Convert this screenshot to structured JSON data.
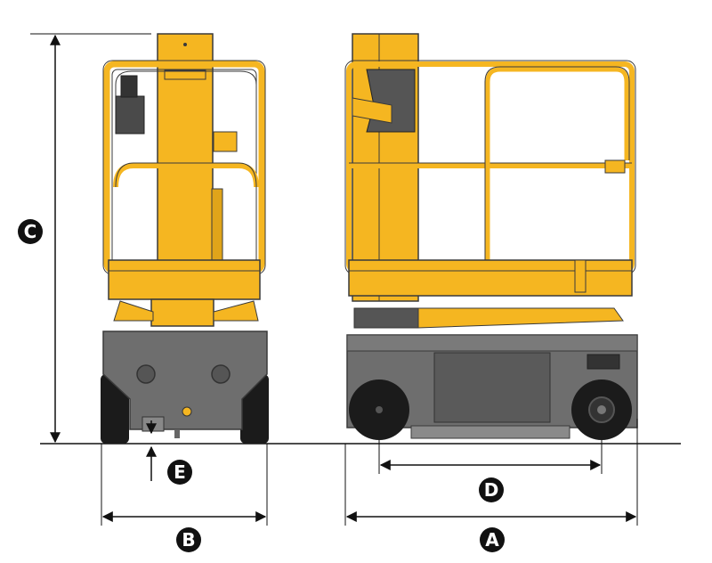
{
  "colors": {
    "yellow": "#f5b621",
    "yellow_dark": "#c88f10",
    "outline": "#3a3a3a",
    "chassis": "#6e6e6e",
    "chassis_light": "#8a8a8a",
    "tire": "#1b1b1b",
    "marker": "#111111",
    "dim_line": "#111111"
  },
  "markers": {
    "A": "A",
    "B": "B",
    "C": "C",
    "D": "D",
    "E": "E"
  }
}
